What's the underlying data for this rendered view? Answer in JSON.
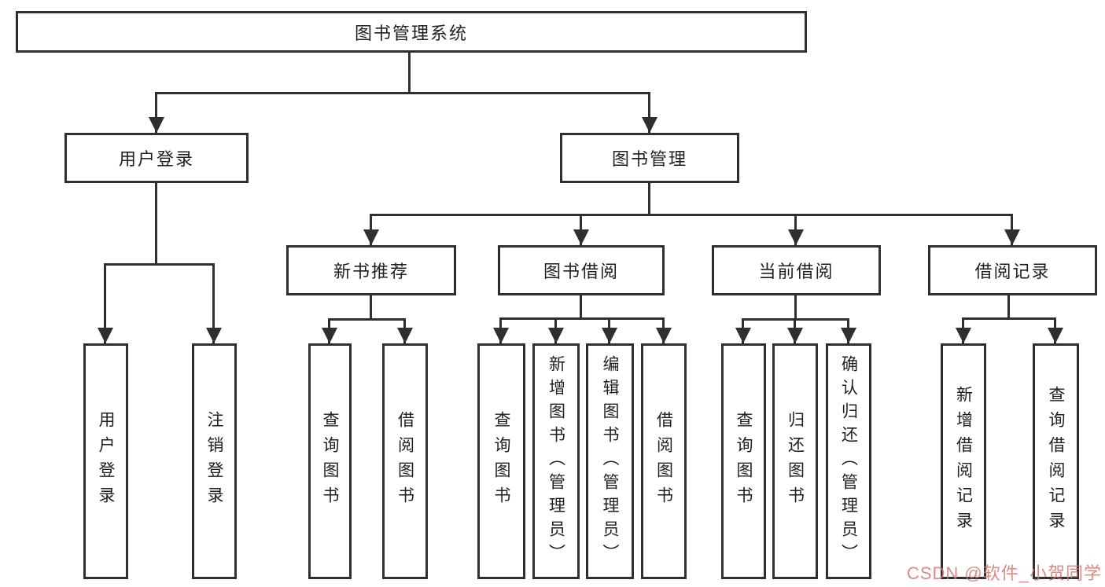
{
  "diagram_type": "hierarchical-function-tree",
  "tree": {
    "label": "图书管理系统",
    "children": [
      {
        "label": "用户登录",
        "children": [
          {
            "label": "用户登录"
          },
          {
            "label": "注销登录"
          }
        ]
      },
      {
        "label": "图书管理",
        "children": [
          {
            "label": "新书推荐",
            "children": [
              {
                "label": "查询图书"
              },
              {
                "label": "借阅图书"
              }
            ]
          },
          {
            "label": "图书借阅",
            "children": [
              {
                "label": "查询图书"
              },
              {
                "label": "新增图书（管理员）"
              },
              {
                "label": "编辑图书（管理员）"
              },
              {
                "label": "借阅图书"
              }
            ]
          },
          {
            "label": "当前借阅",
            "children": [
              {
                "label": "查询图书"
              },
              {
                "label": "归还图书"
              },
              {
                "label": "确认归还（管理员）"
              }
            ]
          },
          {
            "label": "借阅记录",
            "children": [
              {
                "label": "新增借阅记录"
              },
              {
                "label": "查询借阅记录"
              }
            ]
          }
        ]
      }
    ]
  },
  "watermark": {
    "text": "CSDN @软件_小贺同学",
    "color": "#d6766f"
  },
  "colors": {
    "line": "#2f2f2f",
    "text": "#1f1f1f",
    "background": "#ffffff"
  }
}
